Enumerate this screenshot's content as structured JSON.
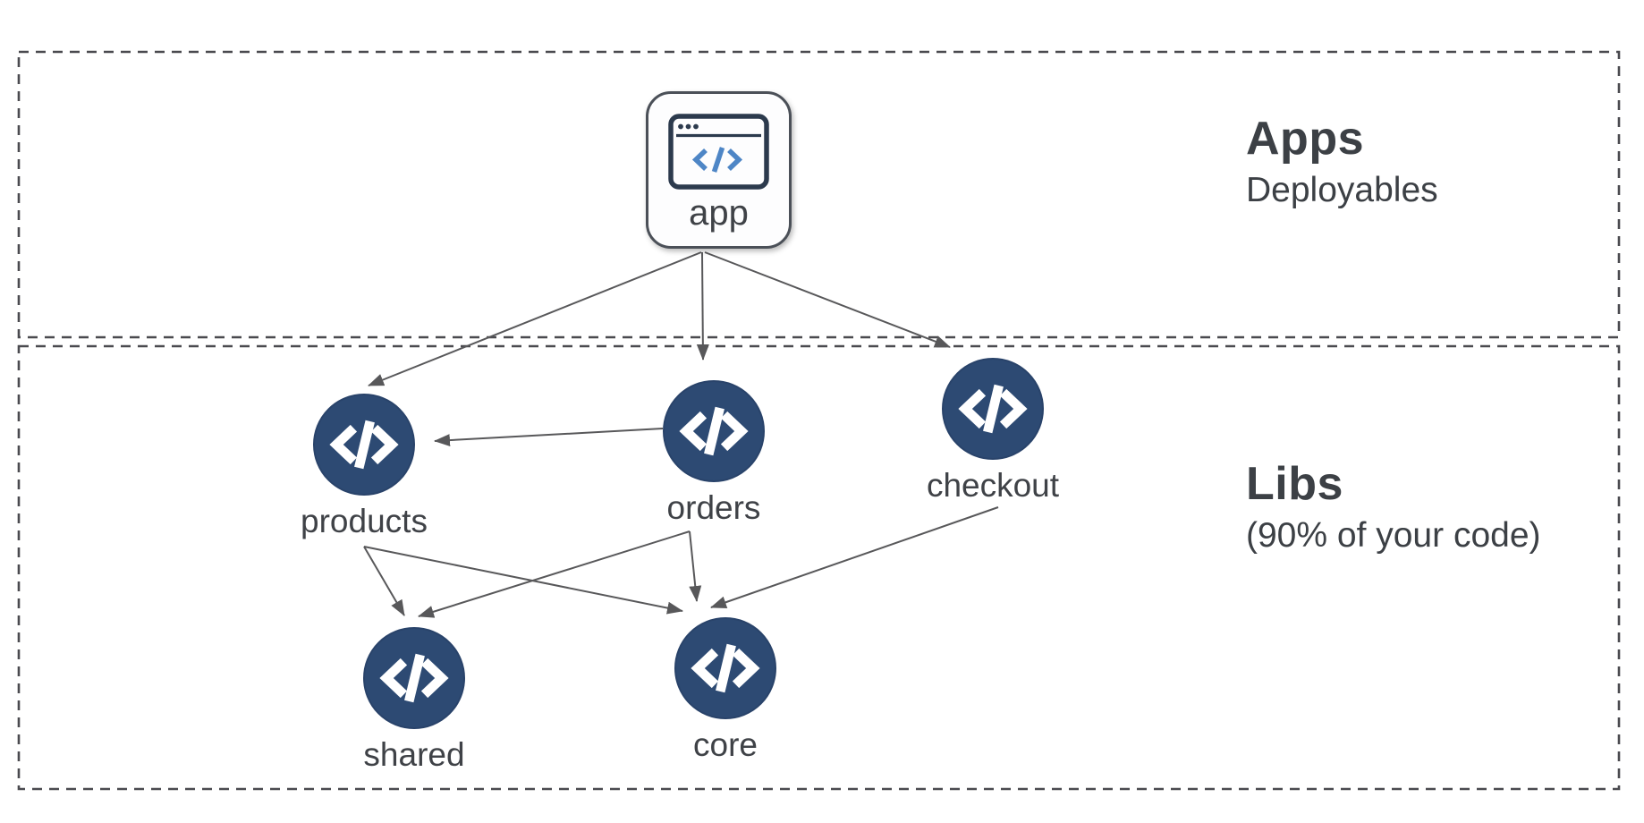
{
  "diagram": {
    "sections": [
      {
        "id": "apps",
        "title": "Apps",
        "subtitle": "Deployables"
      },
      {
        "id": "libs",
        "title": "Libs",
        "subtitle": "(90% of your code)"
      }
    ],
    "nodes": [
      {
        "id": "app",
        "label": "app",
        "type": "application",
        "section": "apps",
        "icon": "browser-window-code-icon"
      },
      {
        "id": "products",
        "label": "products",
        "type": "library",
        "section": "libs",
        "icon": "code-icon"
      },
      {
        "id": "orders",
        "label": "orders",
        "type": "library",
        "section": "libs",
        "icon": "code-icon"
      },
      {
        "id": "checkout",
        "label": "checkout",
        "type": "library",
        "section": "libs",
        "icon": "code-icon"
      },
      {
        "id": "shared",
        "label": "shared",
        "type": "library",
        "section": "libs",
        "icon": "code-icon"
      },
      {
        "id": "core",
        "label": "core",
        "type": "library",
        "section": "libs",
        "icon": "code-icon"
      }
    ],
    "edges": [
      {
        "from": "app",
        "to": "products"
      },
      {
        "from": "app",
        "to": "orders"
      },
      {
        "from": "app",
        "to": "checkout"
      },
      {
        "from": "orders",
        "to": "products"
      },
      {
        "from": "products",
        "to": "shared"
      },
      {
        "from": "products",
        "to": "core"
      },
      {
        "from": "orders",
        "to": "shared"
      },
      {
        "from": "orders",
        "to": "core"
      },
      {
        "from": "checkout",
        "to": "core"
      }
    ],
    "colors": {
      "background": "#ffffff",
      "libNodeFill": "#2d4a73",
      "edgeStroke": "#58585a",
      "sectionBorder": "#4a4a4f",
      "text": "#3f4247",
      "appCardBorder": "#4b5058",
      "appIconNavy": "#2c3a4d",
      "appIconBlue": "#4e86c6",
      "codeGlyph": "#ffffff"
    }
  }
}
